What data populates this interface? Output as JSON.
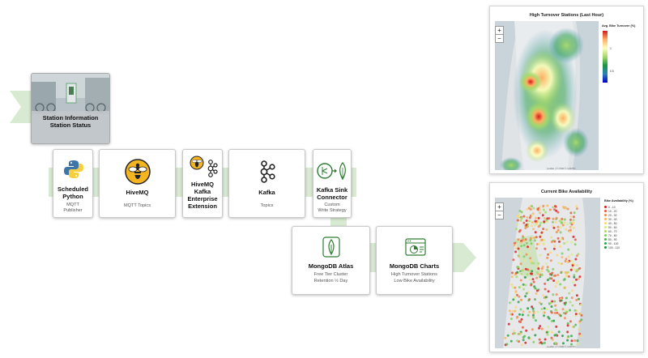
{
  "source": {
    "line1": "Station Information",
    "line2": "Station Status"
  },
  "nodes": {
    "python": {
      "title1": "Scheduled",
      "title2": "Python",
      "sub1": "MQTT",
      "sub2": "Publisher",
      "icon": "python-icon"
    },
    "hivemq": {
      "title": "HiveMQ",
      "sub": "MQTT Topics",
      "icon": "hivemq-bee-icon"
    },
    "extension": {
      "t1": "HiveMQ",
      "t2": "Kafka",
      "t3": "Enterprise",
      "t4": "Extension",
      "icon": "hivemq-kafka-icon"
    },
    "kafka": {
      "title": "Kafka",
      "sub": "Topics",
      "icon": "kafka-icon"
    },
    "sink": {
      "t1": "Kafka Sink",
      "t2": "Connector",
      "s1": "Custom",
      "s2": "Write Strategy",
      "icon": "kafka-mongodb-connector-icon"
    },
    "atlas": {
      "title": "MongoDB Atlas",
      "s1": "Free Tier Cluster",
      "s2": "Retention ½ Day",
      "icon": "mongodb-leaf-icon"
    },
    "charts": {
      "title": "MongoDB Charts",
      "s1": "High Turnover Stations",
      "s2": "Low Bike Availability",
      "icon": "charts-icon"
    }
  },
  "chart1": {
    "title": "High Turnover Stations (Last Hour)",
    "legend_title": "Avg. Bike Turnover (%)",
    "legend_ticks": [
      "1",
      "0.5"
    ],
    "attribution": "Leaflet | © OSM © CARTO",
    "zoom_in": "+",
    "zoom_out": "−",
    "colors": [
      "#d7191c",
      "#fdae61",
      "#ffffbf",
      "#a6d96a",
      "#1a9641",
      "#2b83ba",
      "#0000cc"
    ]
  },
  "chart2": {
    "title": "Current Bike Availability",
    "legend_title": "Bike Availability (%)",
    "legend_items": [
      "0 - 10",
      "10 - 20",
      "20 - 30",
      "30 - 40",
      "40 - 50",
      "50 - 60",
      "60 - 70",
      "70 - 80",
      "80 - 90",
      "90 - 100",
      "100 - 110"
    ],
    "legend_colors": [
      "#d7191c",
      "#e8553a",
      "#f08a4b",
      "#f7b65e",
      "#fdd47a",
      "#d9ec84",
      "#a6d96a",
      "#7ccb5e",
      "#4fb552",
      "#2ca046",
      "#1a9641"
    ],
    "attribution": "Leaflet | © OSM © CARTO",
    "zoom_in": "+",
    "zoom_out": "−"
  }
}
